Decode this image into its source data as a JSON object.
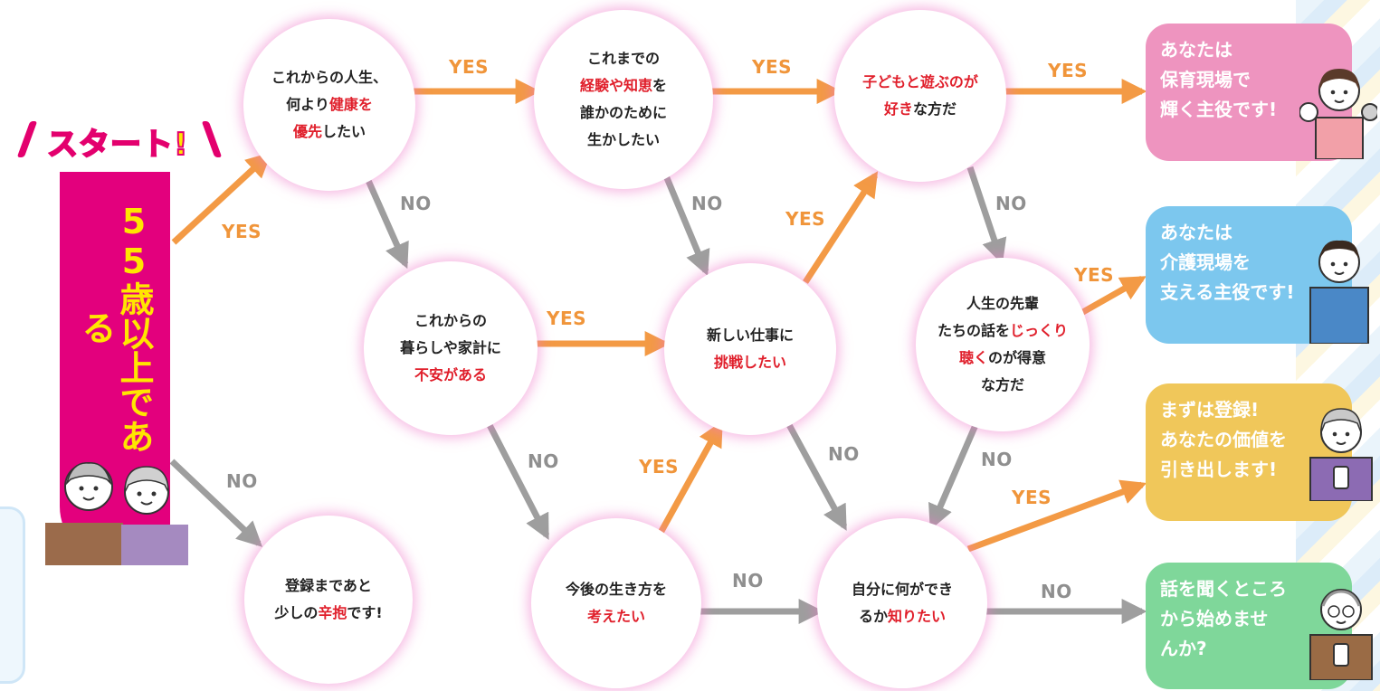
{
  "start": {
    "header": "スタート!",
    "label": "55歳以上である"
  },
  "nodes": {
    "q_health": {
      "lines": [
        [
          {
            "t": "これからの人生、"
          }
        ],
        [
          {
            "t": "何より"
          },
          {
            "t": "健康を",
            "hl": true
          }
        ],
        [
          {
            "t": "優先",
            "hl": true
          },
          {
            "t": "したい"
          }
        ]
      ]
    },
    "q_experience": {
      "lines": [
        [
          {
            "t": "これまでの"
          }
        ],
        [
          {
            "t": "経験や知恵",
            "hl": true
          },
          {
            "t": "を"
          }
        ],
        [
          {
            "t": "誰かのために"
          }
        ],
        [
          {
            "t": "生かしたい"
          }
        ]
      ]
    },
    "q_children": {
      "lines": [
        [
          {
            "t": "子どもと遊ぶのが",
            "hl": true
          }
        ],
        [
          {
            "t": "好き",
            "hl": true
          },
          {
            "t": "な方だ"
          }
        ]
      ]
    },
    "q_anxiety": {
      "lines": [
        [
          {
            "t": "これからの"
          }
        ],
        [
          {
            "t": "暮らしや家計に"
          }
        ],
        [
          {
            "t": "不安がある",
            "hl": true
          }
        ]
      ]
    },
    "q_new_job": {
      "lines": [
        [
          {
            "t": "新しい仕事に"
          }
        ],
        [
          {
            "t": "挑戦したい",
            "hl": true
          }
        ]
      ]
    },
    "q_listen": {
      "lines": [
        [
          {
            "t": "人生の先輩"
          }
        ],
        [
          {
            "t": "たちの話を"
          },
          {
            "t": "じっくり",
            "hl": true
          }
        ],
        [
          {
            "t": "聴く",
            "hl": true
          },
          {
            "t": "のが得意"
          }
        ],
        [
          {
            "t": "な方だ"
          }
        ]
      ]
    },
    "q_wait": {
      "lines": [
        [
          {
            "t": "登録まであと"
          }
        ],
        [
          {
            "t": "少しの"
          },
          {
            "t": "辛抱",
            "hl": true
          },
          {
            "t": "です!"
          }
        ]
      ]
    },
    "q_future": {
      "lines": [
        [
          {
            "t": "今後の生き方を"
          }
        ],
        [
          {
            "t": "考えたい",
            "hl": true
          }
        ]
      ]
    },
    "q_can_do": {
      "lines": [
        [
          {
            "t": "自分に何ができ"
          }
        ],
        [
          {
            "t": "るか"
          },
          {
            "t": "知りたい",
            "hl": true
          }
        ]
      ]
    }
  },
  "results": {
    "childcare": {
      "lines": [
        "あなたは",
        "保育現場で",
        "輝く主役です!"
      ],
      "color": "#ee94bf"
    },
    "nursing": {
      "lines": [
        "あなたは",
        "介護現場を",
        "支える主役です!"
      ],
      "color": "#7cc7ee"
    },
    "register": {
      "lines": [
        "まずは登録!",
        "あなたの価値を",
        "引き出します!"
      ],
      "color": "#f0c75a"
    },
    "listen": {
      "lines": [
        "話を聞くところ",
        "から始めませ",
        "んか?"
      ],
      "color": "#7fd79a"
    }
  },
  "labels": {
    "yes": "YES",
    "no": "NO"
  },
  "colors": {
    "yes_arrow": "#f39a45",
    "no_arrow": "#9e9e9e",
    "accent_magenta": "#e3007d",
    "highlight_red": "#e01f2b",
    "start_yellow": "#ffe600"
  }
}
